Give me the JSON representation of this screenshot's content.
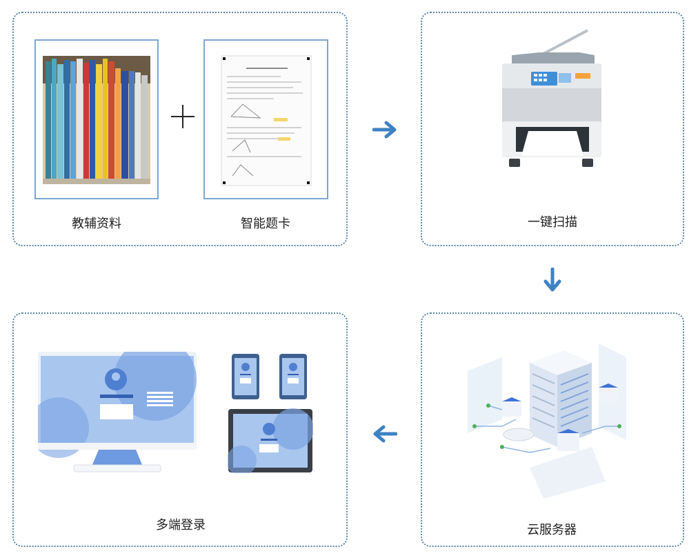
{
  "steps": {
    "materials_label": "教辅资料",
    "answer_card_label": "智能题卡",
    "scan_label": "一键扫描",
    "server_label": "云服务器",
    "login_label": "多端登录"
  },
  "icons": {
    "materials": "books-icon",
    "answer_card": "answer-sheet-icon",
    "plus": "plus-icon",
    "scanner": "printer-scanner-icon",
    "server": "cloud-server-icon",
    "devices": "multi-device-icon",
    "arrow_right": "arrow-right-icon",
    "arrow_down": "arrow-down-icon",
    "arrow_left": "arrow-left-icon"
  },
  "colors": {
    "accent": "#3f82c4",
    "border": "#5a84a8",
    "frame": "#7aa7d2"
  }
}
